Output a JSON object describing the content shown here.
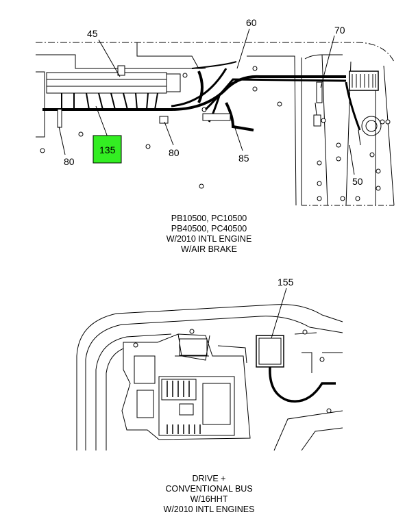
{
  "top_view": {
    "callouts": {
      "c45": "45",
      "c60": "60",
      "c70": "70",
      "c80_left": "80",
      "c135": "135",
      "c80_mid": "80",
      "c85": "85",
      "c50": "50"
    },
    "highlight_color": "#33ee22",
    "caption": [
      "PB10500, PC10500",
      "PB40500, PC40500",
      "W/2010 INTL ENGINE",
      "W/AIR BRAKE"
    ]
  },
  "bottom_view": {
    "callouts": {
      "c155": "155"
    },
    "caption": [
      "DRIVE +",
      "CONVENTIONAL BUS",
      "W/16HHT",
      "W/2010 INTL ENGINES"
    ]
  }
}
